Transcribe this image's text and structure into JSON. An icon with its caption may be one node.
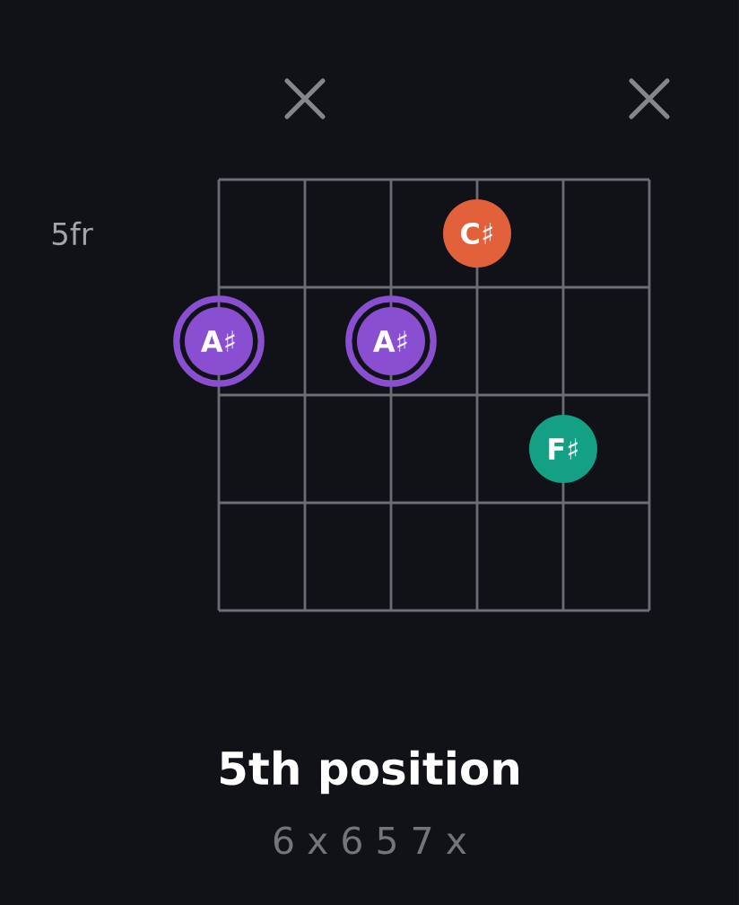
{
  "diagram": {
    "title": "5th position",
    "nodes": [
      {
        "text": [
          "C♯"
        ]
      },
      {
        "text": [
          "A♯"
        ]
      },
      {
        "text": [
          "A♯"
        ]
      },
      {
        "text": [
          "F♯"
        ]
      }
    ],
    "labels": [
      "5fr",
      "6 x 6 5 7 x"
    ]
  }
}
